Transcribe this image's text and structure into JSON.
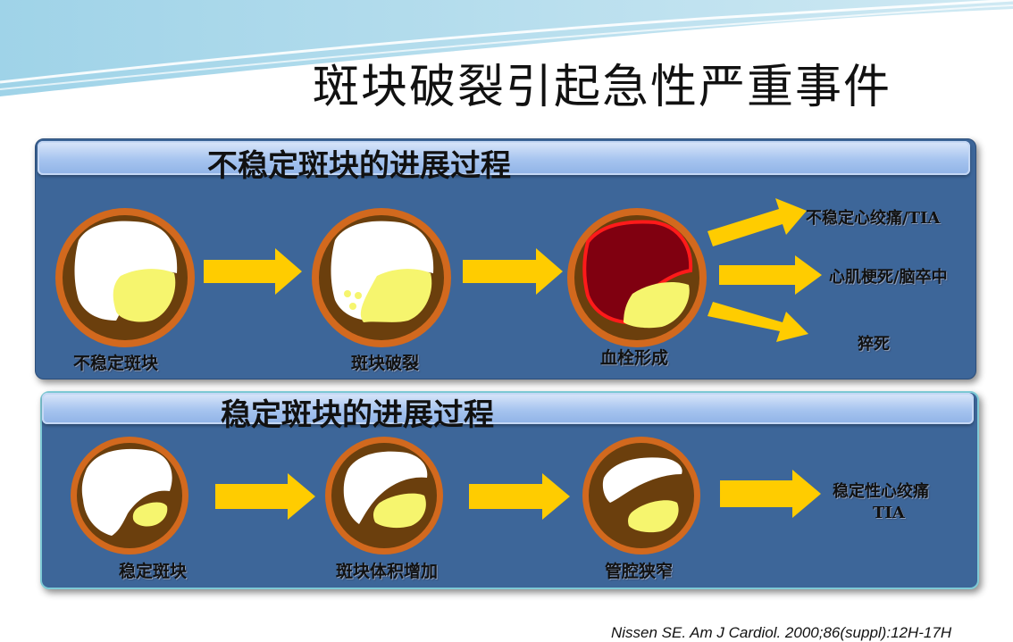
{
  "slide": {
    "title": "斑块破裂引起急性严重事件",
    "citation": "Nissen SE. Am J Cardiol. 2000;86(suppl):12H-17H"
  },
  "unstable_section": {
    "title": "不稳定斑块的进展过程",
    "stages": [
      "不稳定斑块",
      "斑块破裂",
      "血栓形成"
    ],
    "outcomes": [
      "不稳定心绞痛/TIA",
      "心肌梗死/脑卒中",
      "猝死"
    ]
  },
  "stable_section": {
    "title": "稳定斑块的进展过程",
    "stages": [
      "稳定斑块",
      "斑块体积增加",
      "管腔狭窄"
    ],
    "outcome_line1": "稳定性心绞痛",
    "outcome_line2": "TIA"
  },
  "colors": {
    "panel_blue": "#3d6699",
    "vessel_ring": "#d2691e",
    "vessel_wall": "#6b3f0d",
    "lipid_core": "#f6f56e",
    "thrombus": "#800010",
    "arrow": "#ffcc00"
  }
}
